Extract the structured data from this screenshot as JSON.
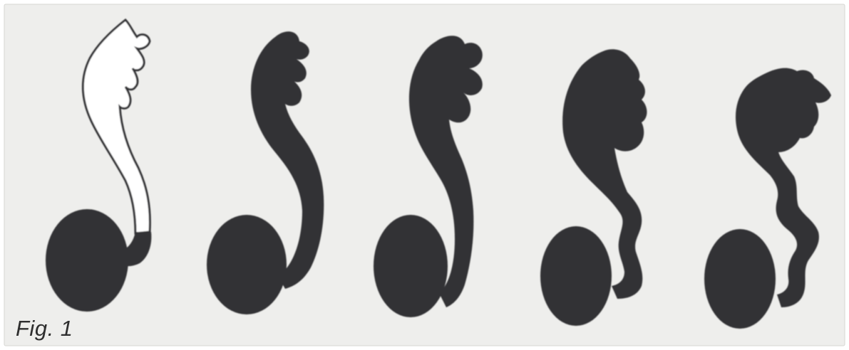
{
  "figure": {
    "caption": "Fig. 1"
  },
  "colors": {
    "paper": "#eeeeec",
    "ink": "#333335",
    "outline_fill": "#ffffff"
  },
  "stages": [
    {
      "fill": "outline"
    },
    {
      "fill": "solid"
    },
    {
      "fill": "solid"
    },
    {
      "fill": "solid"
    },
    {
      "fill": "solid"
    }
  ]
}
